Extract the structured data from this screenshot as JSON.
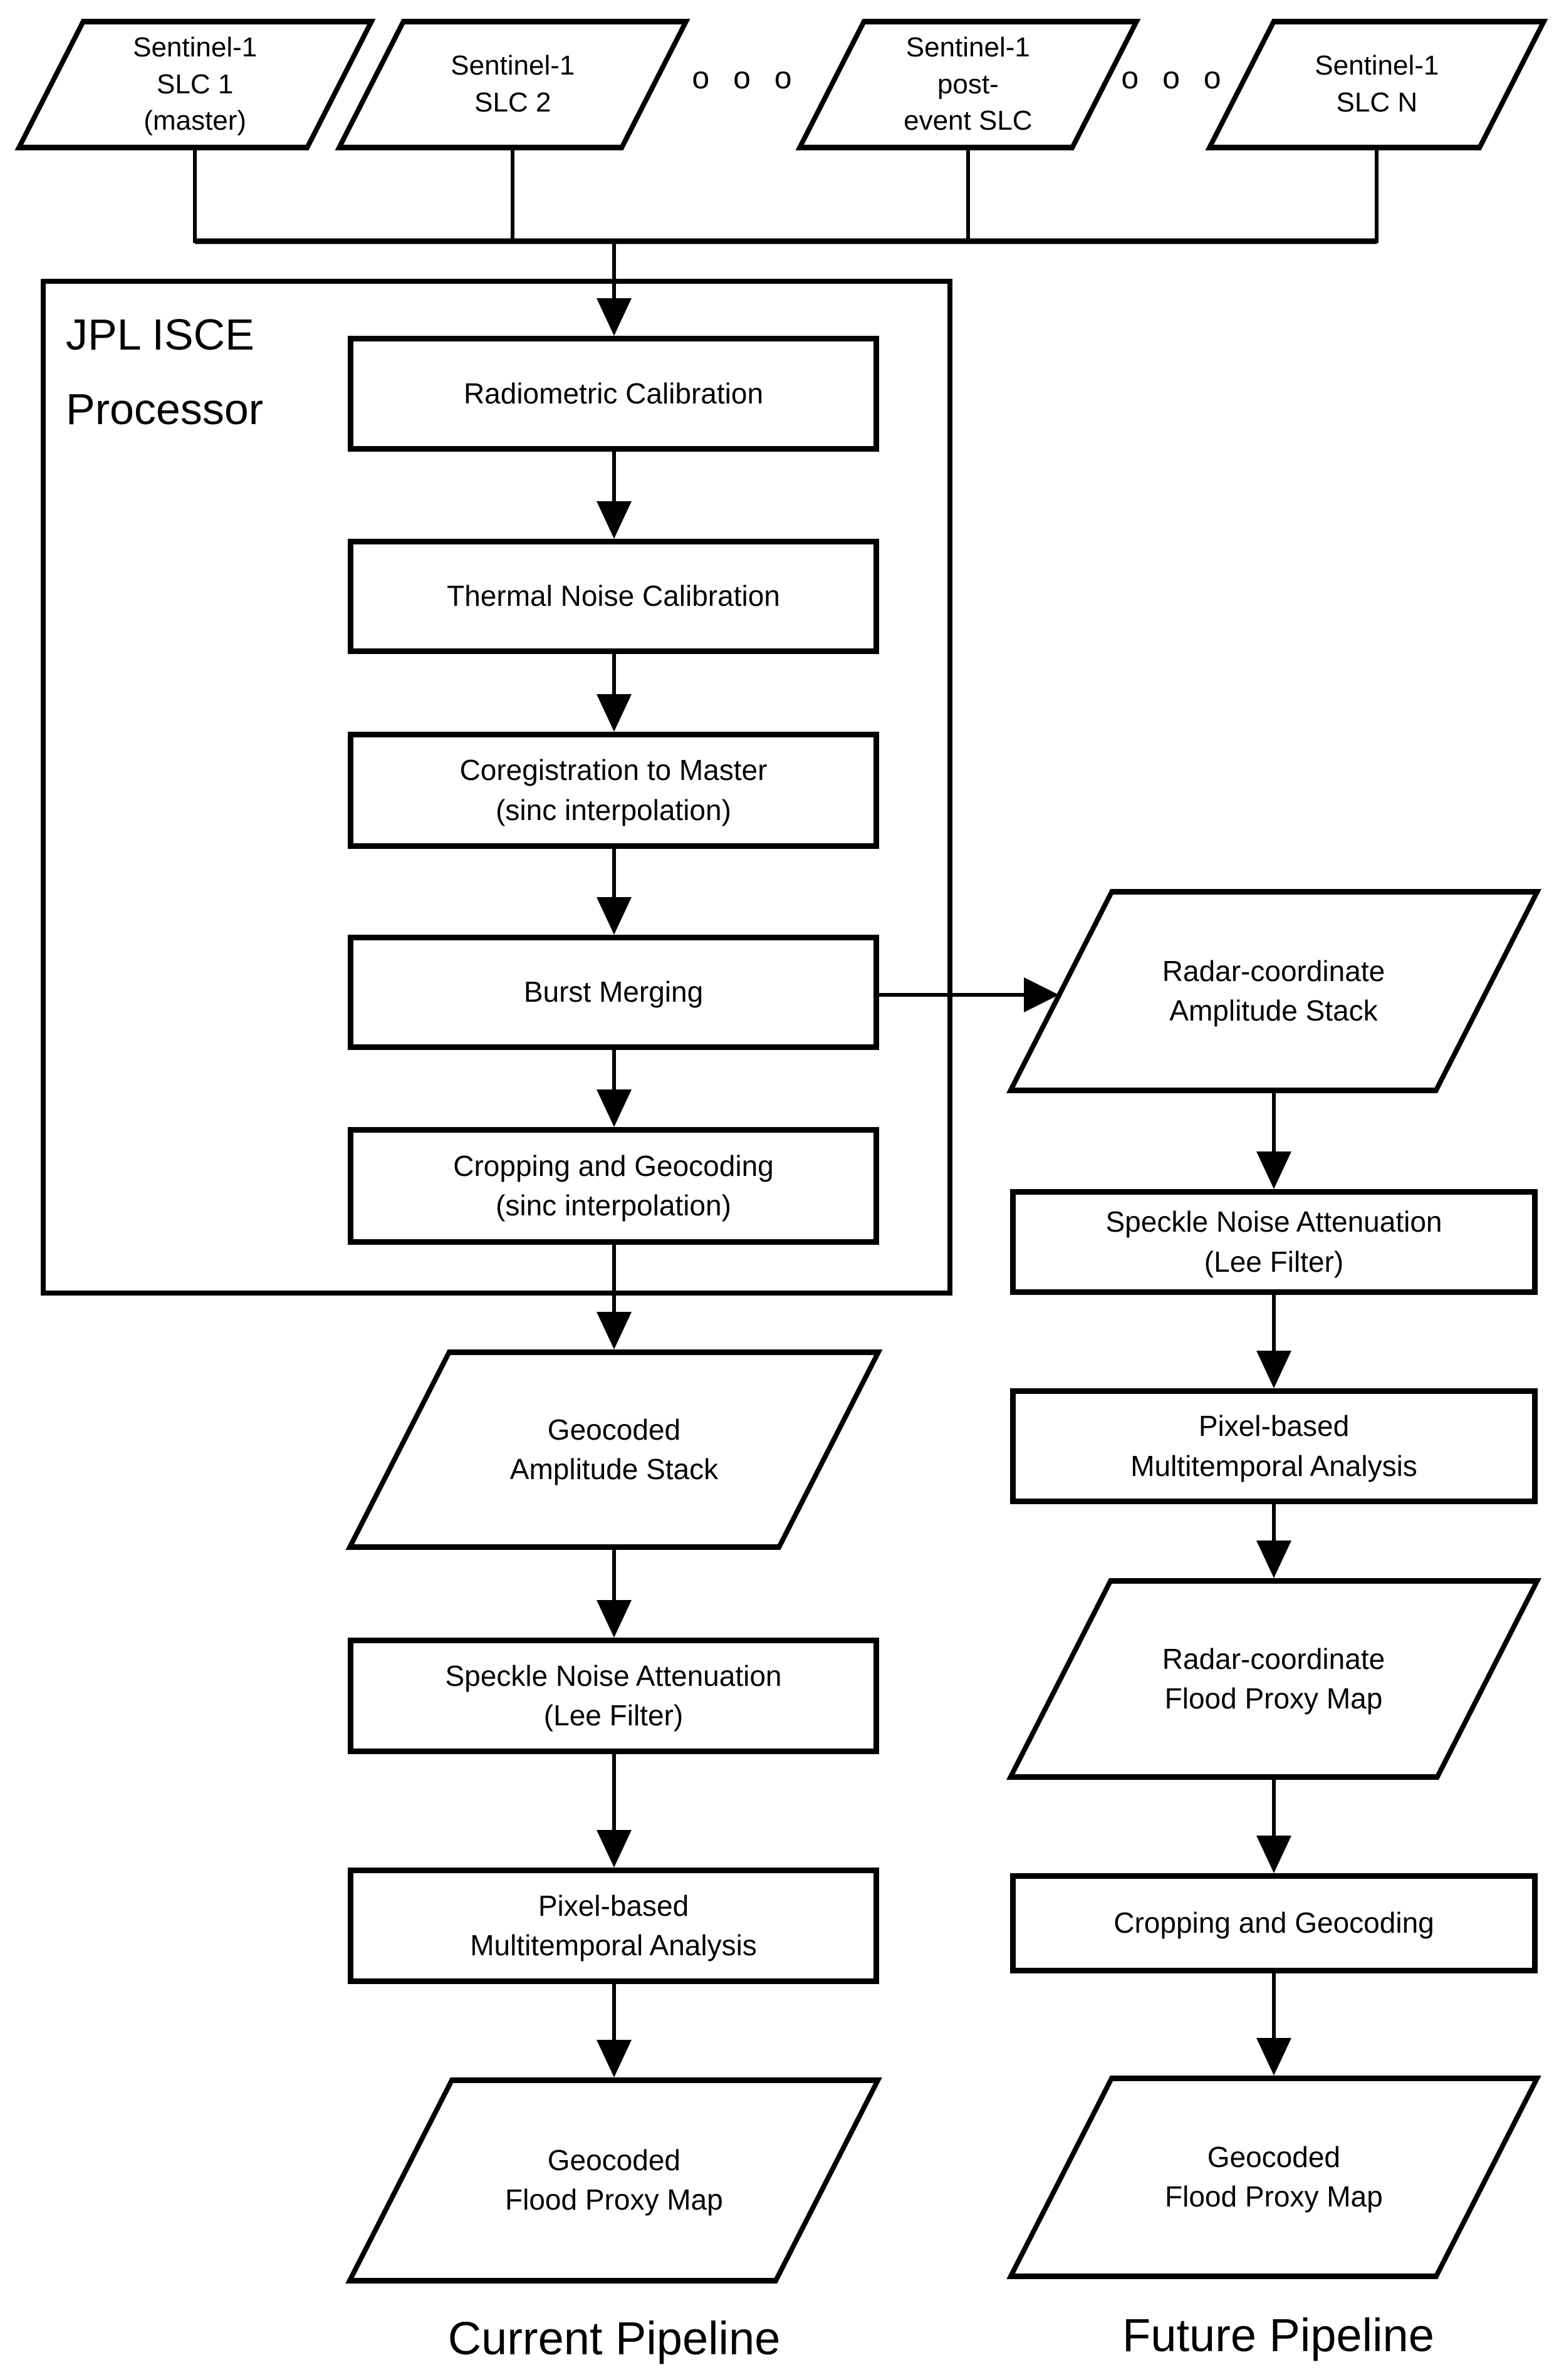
{
  "inputs": {
    "slc1": "Sentinel-1\nSLC 1\n(master)",
    "slc2": "Sentinel-1\nSLC 2",
    "dots1": "o o o",
    "post_event": "Sentinel-1\npost-\nevent SLC",
    "dots2": "o o o",
    "slcn": "Sentinel-1\nSLC N"
  },
  "processor": {
    "label": "JPL ISCE\nProcessor",
    "steps": {
      "radiometric": "Radiometric Calibration",
      "thermal": "Thermal Noise Calibration",
      "coregistration": "Coregistration to Master\n(sinc interpolation)",
      "burst_merging": "Burst Merging",
      "cropping_geocoding": "Cropping and Geocoding\n(sinc interpolation)"
    }
  },
  "current_pipeline": {
    "caption": "Current Pipeline",
    "nodes": {
      "geocoded_amplitude_stack": "Geocoded\nAmplitude Stack",
      "speckle_noise_attenuation": "Speckle Noise Attenuation\n(Lee Filter)",
      "pixel_multitemporal": "Pixel-based\nMultitemporal Analysis",
      "geocoded_flood_proxy_map": "Geocoded\nFlood Proxy Map"
    }
  },
  "future_pipeline": {
    "caption": "Future Pipeline",
    "nodes": {
      "radar_amplitude_stack": "Radar-coordinate\nAmplitude Stack",
      "speckle_noise_attenuation": "Speckle Noise Attenuation\n(Lee Filter)",
      "pixel_multitemporal": "Pixel-based\nMultitemporal Analysis",
      "radar_flood_proxy_map": "Radar-coordinate\nFlood Proxy Map",
      "cropping_geocoding": "Cropping and Geocoding",
      "geocoded_flood_proxy_map": "Geocoded\nFlood Proxy Map"
    }
  },
  "colors": {
    "stroke": "#000000",
    "shape_fill": "#ffffff",
    "background": "#ffffff"
  }
}
